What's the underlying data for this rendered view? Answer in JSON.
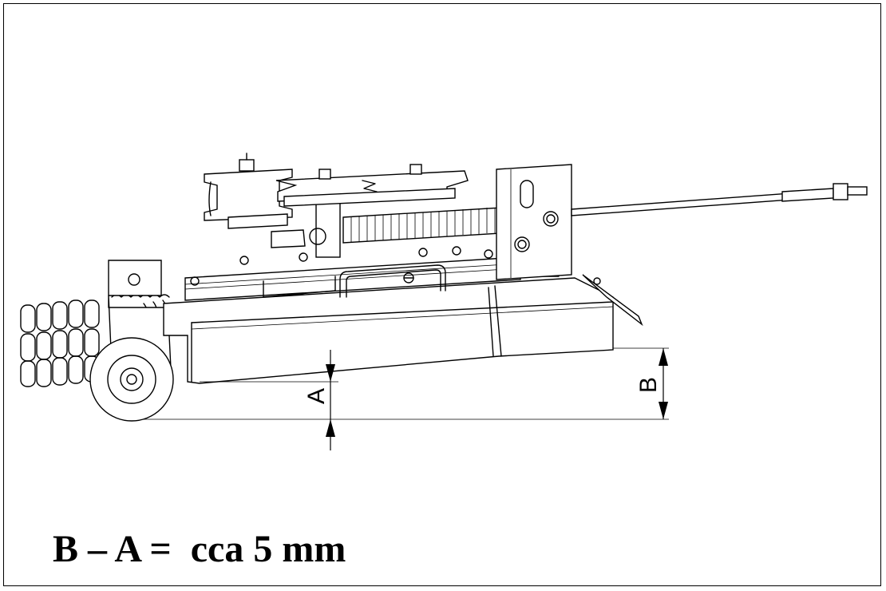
{
  "labels": {
    "dim_a": "A",
    "dim_b": "B"
  },
  "formula": "B – A =  cca 5 mm",
  "colors": {
    "line": "#000000",
    "background": "#ffffff"
  }
}
